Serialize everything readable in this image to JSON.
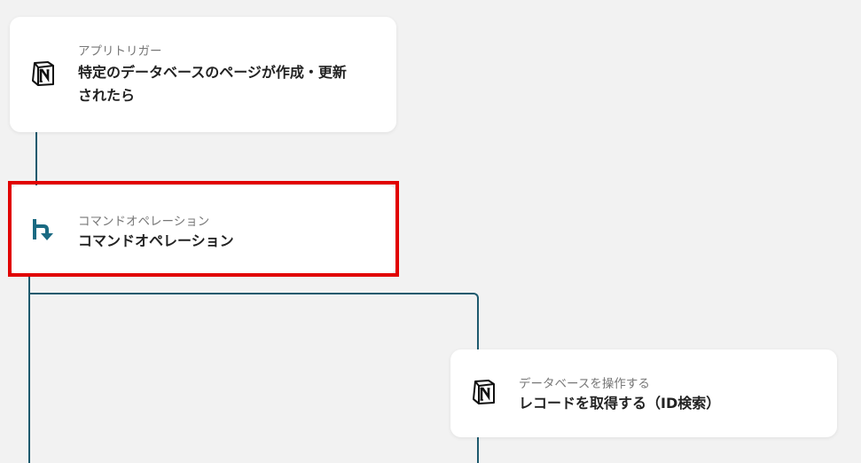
{
  "flow": {
    "trigger": {
      "icon": "notion-icon",
      "subtitle": "アプリトリガー",
      "title": "特定のデータベースのページが作成・更新\nされたら"
    },
    "command": {
      "icon": "branch-arrow-icon",
      "subtitle": "コマンドオペレーション",
      "title": "コマンドオペレーション"
    },
    "database_op": {
      "icon": "notion-icon",
      "subtitle": "データベースを操作する",
      "title": "レコードを取得する（ID検索）"
    }
  },
  "colors": {
    "connector": "#1d5a6e",
    "highlight": "#e10000",
    "accent_icon": "#1a6a82"
  }
}
